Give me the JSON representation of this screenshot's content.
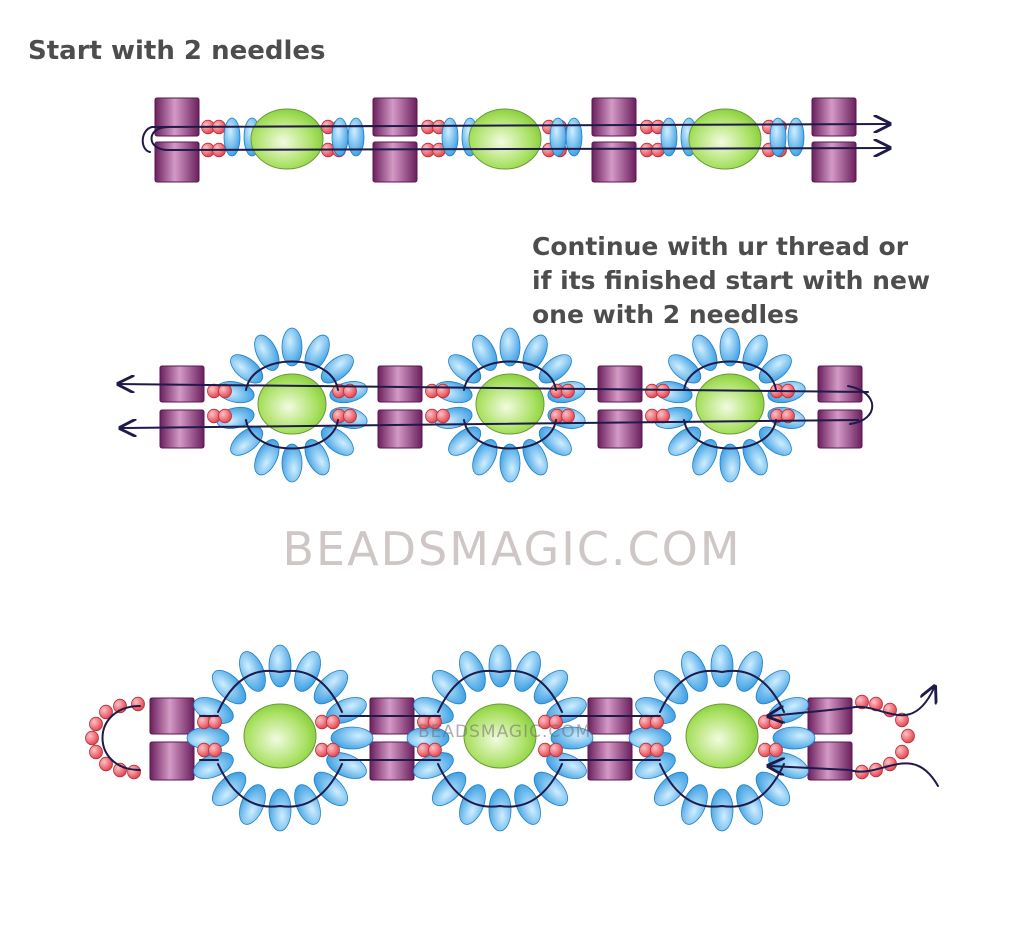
{
  "captions": {
    "step1": "Start with 2 needles",
    "step2_lines": [
      "Continue with ur thread or",
      "if its finished start with new",
      "one with 2 needles"
    ]
  },
  "watermark": "BEADSMAGIC.COM",
  "watermark_small": "BEADSMAGIC.COM",
  "colors": {
    "tube_bead": "#7a2a6a",
    "tube_bead_light": "#c77fb8",
    "seed_bead_red": "#e8505a",
    "seed_bead_red_light": "#ffb3b8",
    "drop_bead_blue": "#3da3e6",
    "drop_bead_blue_light": "#bfe6ff",
    "center_bead_green": "#7ccf2f",
    "center_bead_green_light": "#e8f8c8",
    "thread": "#1e1a4a",
    "caption_text": "#4d4d4d",
    "watermark_text": "#cfc6c6"
  }
}
